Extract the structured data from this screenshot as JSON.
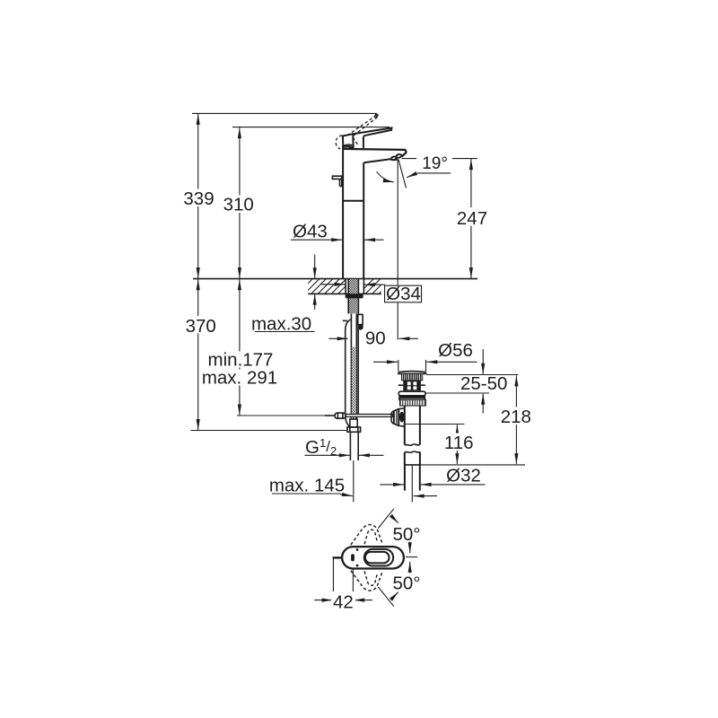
{
  "drawing": {
    "type": "technical-dimension-drawing",
    "subject": "single-lever basin mixer faucet with pop-up waste, front view and plan view",
    "background_color": "#ffffff",
    "line_color": "#1c1c1c"
  },
  "labels": {
    "height_total": "339",
    "height_handle": "310",
    "spout_angle": "19°",
    "spout_height": "247",
    "body_diameter": "Ø43",
    "deck_thickness": "max.30",
    "hole_diameter": "Ø34",
    "hose_length": "370",
    "rod_min": "min.177",
    "rod_max": "max. 291",
    "spout_reach": "90",
    "waste_flange_diameter": "Ø56",
    "basin_thickness_range": "25-50",
    "waste_height": "218",
    "waste_lower_height": "116",
    "thread_g": "G",
    "thread_sup": "1",
    "thread_slash": "/",
    "thread_sub": "2",
    "tailpipe_diameter": "Ø32",
    "supply_max_length": "max. 145",
    "swivel_up": "50°",
    "swivel_down": "50°",
    "base_offset": "42"
  }
}
